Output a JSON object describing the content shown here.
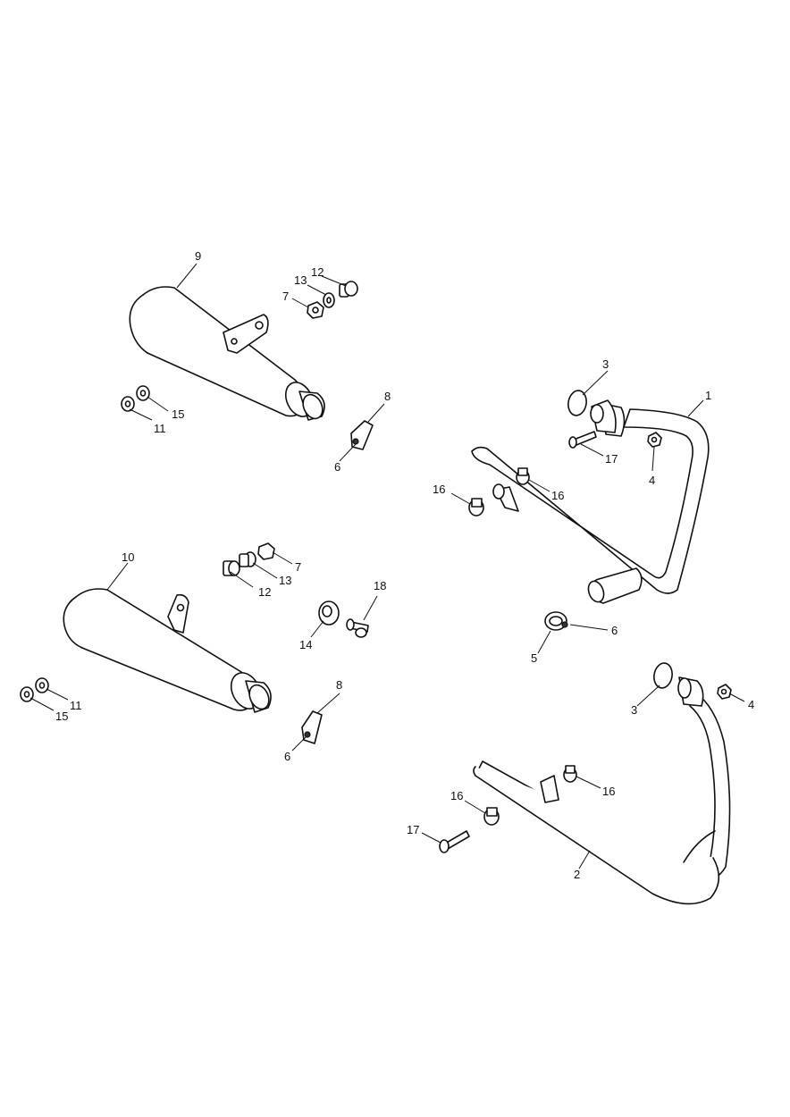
{
  "callouts": [
    {
      "id": "c1",
      "text": "1"
    },
    {
      "id": "c2",
      "text": "2"
    },
    {
      "id": "c3a",
      "text": "3"
    },
    {
      "id": "c3b",
      "text": "3"
    },
    {
      "id": "c4a",
      "text": "4"
    },
    {
      "id": "c4b",
      "text": "4"
    },
    {
      "id": "c5",
      "text": "5"
    },
    {
      "id": "c6a",
      "text": "6"
    },
    {
      "id": "c6b",
      "text": "6"
    },
    {
      "id": "c6c",
      "text": "6"
    },
    {
      "id": "c7a",
      "text": "7"
    },
    {
      "id": "c7b",
      "text": "7"
    },
    {
      "id": "c8a",
      "text": "8"
    },
    {
      "id": "c8b",
      "text": "8"
    },
    {
      "id": "c9",
      "text": "9"
    },
    {
      "id": "c10",
      "text": "10"
    },
    {
      "id": "c11a",
      "text": "11"
    },
    {
      "id": "c11b",
      "text": "11"
    },
    {
      "id": "c12a",
      "text": "12"
    },
    {
      "id": "c12b",
      "text": "12"
    },
    {
      "id": "c13a",
      "text": "13"
    },
    {
      "id": "c13b",
      "text": "13"
    },
    {
      "id": "c14",
      "text": "14"
    },
    {
      "id": "c15a",
      "text": "15"
    },
    {
      "id": "c15b",
      "text": "15"
    },
    {
      "id": "c16a",
      "text": "16"
    },
    {
      "id": "c16b",
      "text": "16"
    },
    {
      "id": "c16c",
      "text": "16"
    },
    {
      "id": "c16d",
      "text": "16"
    },
    {
      "id": "c17a",
      "text": "17"
    },
    {
      "id": "c17b",
      "text": "17"
    },
    {
      "id": "c18",
      "text": "18"
    }
  ]
}
